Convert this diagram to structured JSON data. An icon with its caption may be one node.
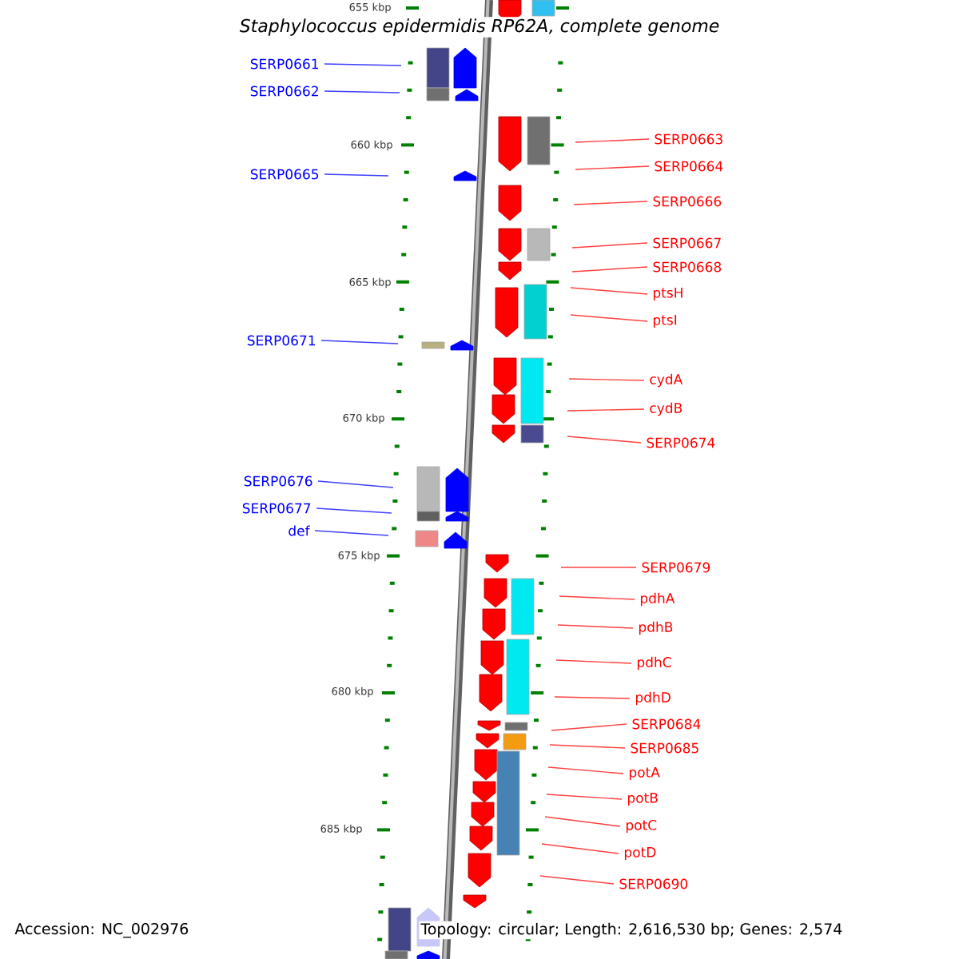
{
  "diagram": {
    "title": "Staphylococcus epidermidis RP62A, complete genome",
    "nodes": [
      {
        "text": [
          "SERP0661"
        ]
      },
      {
        "text": [
          "SERP0662"
        ]
      },
      {
        "text": [
          "SERP0665"
        ]
      },
      {
        "text": [
          "SERP0671"
        ]
      },
      {
        "text": [
          "SERP0676"
        ]
      },
      {
        "text": [
          "SERP0677"
        ]
      },
      {
        "text": [
          "def"
        ]
      },
      {
        "text": [
          "SERP0663"
        ]
      },
      {
        "text": [
          "SERP0664"
        ]
      },
      {
        "text": [
          "SERP0666"
        ]
      },
      {
        "text": [
          "SERP0667"
        ]
      },
      {
        "text": [
          "SERP0668"
        ]
      },
      {
        "text": [
          "ptsH"
        ]
      },
      {
        "text": [
          "ptsI"
        ]
      },
      {
        "text": [
          "cydA"
        ]
      },
      {
        "text": [
          "cydB"
        ]
      },
      {
        "text": [
          "SERP0674"
        ]
      },
      {
        "text": [
          "SERP0679"
        ]
      },
      {
        "text": [
          "pdhA"
        ]
      },
      {
        "text": [
          "pdhB"
        ]
      },
      {
        "text": [
          "pdhC"
        ]
      },
      {
        "text": [
          "pdhD"
        ]
      },
      {
        "text": [
          "SERP0684"
        ]
      },
      {
        "text": [
          "SERP0685"
        ]
      },
      {
        "text": [
          "potA"
        ]
      },
      {
        "text": [
          "potB"
        ]
      },
      {
        "text": [
          "potC"
        ]
      },
      {
        "text": [
          "potD"
        ]
      },
      {
        "text": [
          "SERP0690"
        ]
      }
    ],
    "edges": [
      {
        "from": 0,
        "to": null,
        "arrow": "none",
        "color": "#4040ff"
      },
      {
        "from": 1,
        "to": null,
        "arrow": "none",
        "color": "#4040ff"
      },
      {
        "from": 2,
        "to": null,
        "arrow": "none",
        "color": "#4040ff"
      },
      {
        "from": 3,
        "to": null,
        "arrow": "none",
        "color": "#4040ff"
      },
      {
        "from": 4,
        "to": null,
        "arrow": "none",
        "color": "#4040ff"
      },
      {
        "from": 5,
        "to": null,
        "arrow": "none",
        "color": "#4040ff"
      },
      {
        "from": 6,
        "to": null,
        "arrow": "none",
        "color": "#4040ff"
      },
      {
        "from": 7,
        "to": null,
        "arrow": "none"
      },
      {
        "from": 8,
        "to": null,
        "arrow": "none"
      },
      {
        "from": 9,
        "to": null,
        "arrow": "none"
      },
      {
        "from": 10,
        "to": null,
        "arrow": "none"
      },
      {
        "from": 11,
        "to": null,
        "arrow": "none"
      },
      {
        "from": 12,
        "to": null,
        "arrow": "none"
      },
      {
        "from": 13,
        "to": null,
        "arrow": "none"
      },
      {
        "from": 14,
        "to": null,
        "arrow": "none"
      },
      {
        "from": 15,
        "to": null,
        "arrow": "none"
      },
      {
        "from": 16,
        "to": null,
        "arrow": "none"
      },
      {
        "from": 17,
        "to": null,
        "arrow": "none"
      },
      {
        "from": 18,
        "to": null,
        "arrow": "none"
      },
      {
        "from": 19,
        "to": null,
        "arrow": "none"
      },
      {
        "from": 20,
        "to": null,
        "arrow": "none"
      },
      {
        "from": 21,
        "to": null,
        "arrow": "none"
      },
      {
        "from": 22,
        "to": null,
        "arrow": "none"
      },
      {
        "from": 23,
        "to": null,
        "arrow": "none"
      },
      {
        "from": 24,
        "to": null,
        "arrow": "none"
      },
      {
        "from": 25,
        "to": null,
        "arrow": "none"
      },
      {
        "from": 26,
        "to": null,
        "arrow": "none"
      },
      {
        "from": 27,
        "to": null,
        "arrow": "none"
      },
      {
        "from": 28,
        "to": null,
        "arrow": "none"
      }
    ],
    "labels": [
      "655 kbp",
      "660 kbp",
      "665 kbp",
      "670 kbp",
      "675 kbp",
      "680 kbp",
      "685 kbp",
      "Accession: NC_002976",
      "Topology: circular; Length: 2,616,530 bp; Genes: 2,574"
    ]
  }
}
